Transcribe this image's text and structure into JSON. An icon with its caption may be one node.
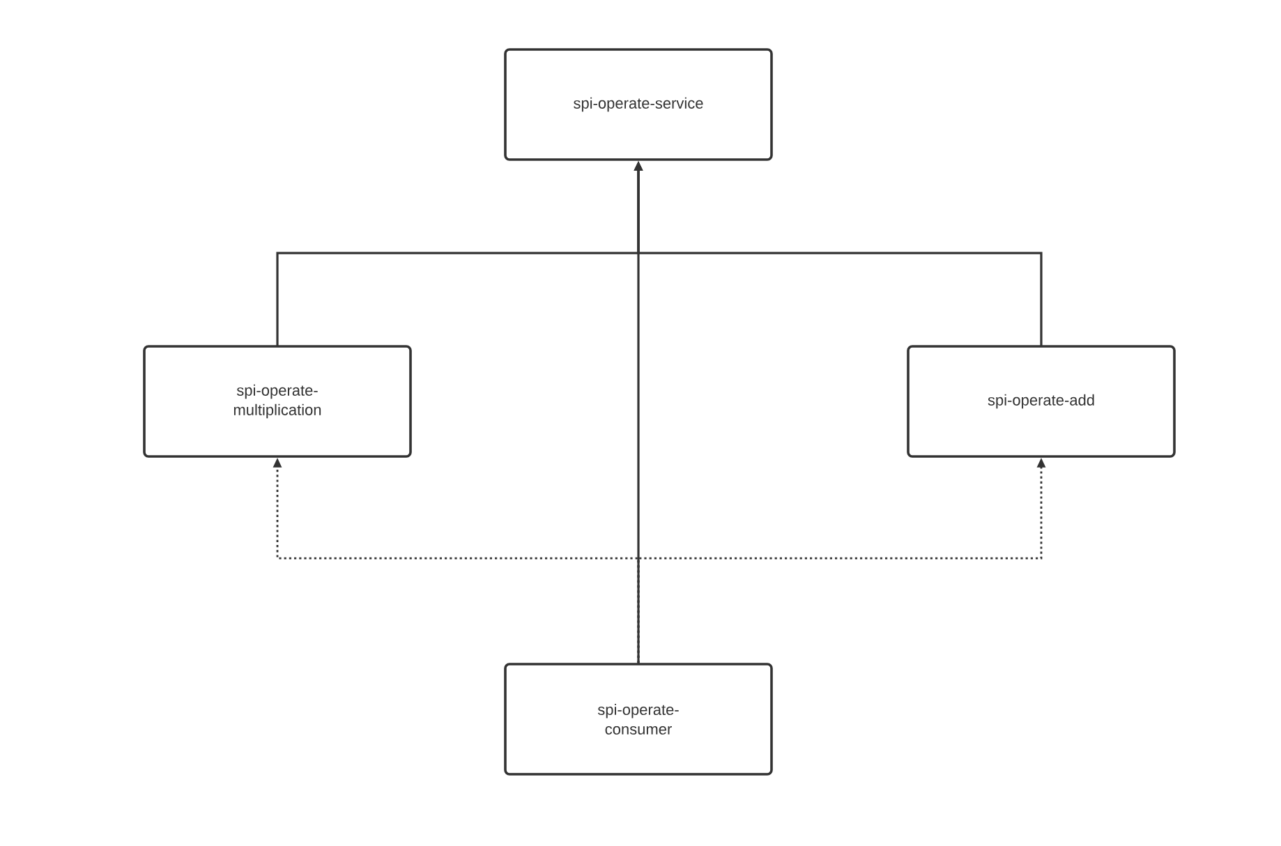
{
  "diagram": {
    "nodes": [
      {
        "text": [
          "spi-operate-service"
        ]
      },
      {
        "text": [
          "spi-operate-multiplication"
        ]
      },
      {
        "text": [
          "spi-operate-add"
        ]
      },
      {
        "text": [
          "spi-operate-consumer"
        ]
      }
    ],
    "edges": [
      {
        "from": 1,
        "to": 0,
        "arrow": "to"
      },
      {
        "from": 2,
        "to": 0,
        "arrow": "to"
      },
      {
        "from": 3,
        "to": 0,
        "arrow": "to"
      },
      {
        "from": 3,
        "to": 1,
        "arrow": "to",
        "style": "dashed"
      },
      {
        "from": 3,
        "to": 2,
        "arrow": "to",
        "style": "dashed"
      }
    ]
  }
}
